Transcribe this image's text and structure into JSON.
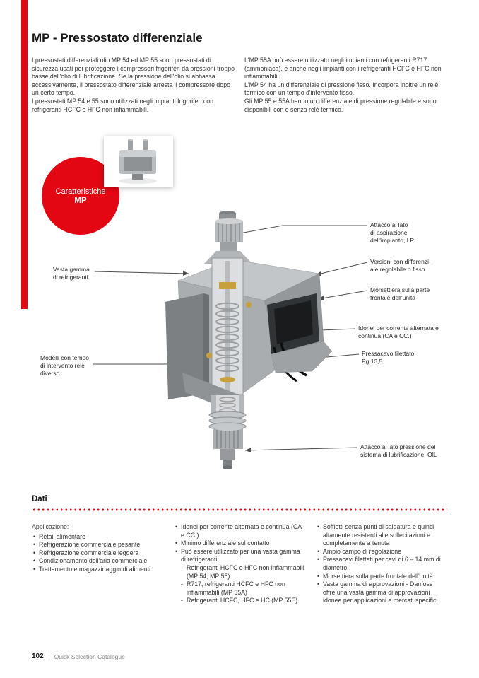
{
  "page": {
    "title": "MP - Pressostato differenziale",
    "footer": {
      "page_number": "102",
      "catalogue_name": "Quick Selection Catalogue"
    }
  },
  "colors": {
    "accent_red": "#e30613",
    "body_text": "#333333",
    "footer_gray": "#808285"
  },
  "intro": {
    "left": [
      "I pressostati differenziali olio MP 54 ed MP 55 sono pressostati di sicurezza usati per proteggere i compressori frigoriferi da pressioni troppo basse dell'olio di lubrificazione. Se la pressione dell'olio si abbassa eccessivamente, il pressostato differenziale arresta il compressore dopo un certo tempo.",
      "I pressostati MP 54 e 55 sono utilizzati negli impianti frigoriferi con refrigeranti HCFC e HFC non infiammabili."
    ],
    "right": [
      "L'MP 55A può essere utilizzato negli impianti con refrigeranti R717 (ammoniaca), e anche negli impianti con i refrigeranti HCFC e HFC non infiammabili.",
      "L'MP 54 ha un differenziale di pressione fisso. Incorpora inoltre un relè termico con un tempo d'intervento fisso.",
      "Gli MP 55 e 55A hanno un differenziale di pressione regolabile e sono disponibili con e senza relè termico."
    ]
  },
  "badge": {
    "line1": "Caratteristiche",
    "line2": "MP"
  },
  "figure": {
    "callouts_right": [
      "Attacco al lato\ndi aspirazione\ndell'impianto, LP",
      "Versioni con differenzi-\nale regolabile o fisso",
      "Morsettiera sulla parte\nfrontale dell'unità",
      "Idonei per corrente alternata e\ncontinua (CA e CC.)",
      "Pressacavo filettato\nPg 13,5",
      "Attacco al lato pressione del\nsistema di lubrificazione, OIL"
    ],
    "callouts_left": [
      "Vasta gamma\ndi refrigeranti",
      "Modelli con tempo\ndi intervento relè\ndiverso"
    ]
  },
  "dati": {
    "heading": "Dati",
    "col1": {
      "header": "Applicazione:",
      "items": [
        "Retail alimentare",
        "Refrigerazione commerciale pesante",
        "Refrigerazione commerciale leggera",
        "Condizionamento dell'aria commerciale",
        "Trattamento e magazzinaggio di alimenti"
      ]
    },
    "col2": {
      "items": [
        "Idonei per corrente alternata e continua (CA e CC.)",
        "Minimo differenziale sul contatto",
        "Può essere utilizzato per una vasta gamma di refrigeranti:"
      ],
      "sub_items": [
        "Refrigeranti HCFC e HFC non infiammabili (MP 54, MP 55)",
        "R717, refrigeranti HCFC e HFC non infiammabili (MP 55A)",
        "Refrigeranti HCFC, HFC e HC (MP 55E)"
      ]
    },
    "col3": {
      "items": [
        "Soffietti senza punti di saldatura e quindi altamente resistenti alle sollecitazioni e completamente a tenuta",
        "Ampio campo di regolazione",
        "Pressacavi filettati per cavi di 6 – 14 mm di diametro",
        "Morsettiera sulla parte frontale dell'unità",
        "Vasta gamma di approvazioni - Danfoss offre una vasta gamma di approvazioni idonee per applicazioni e mercati specifici"
      ]
    }
  }
}
